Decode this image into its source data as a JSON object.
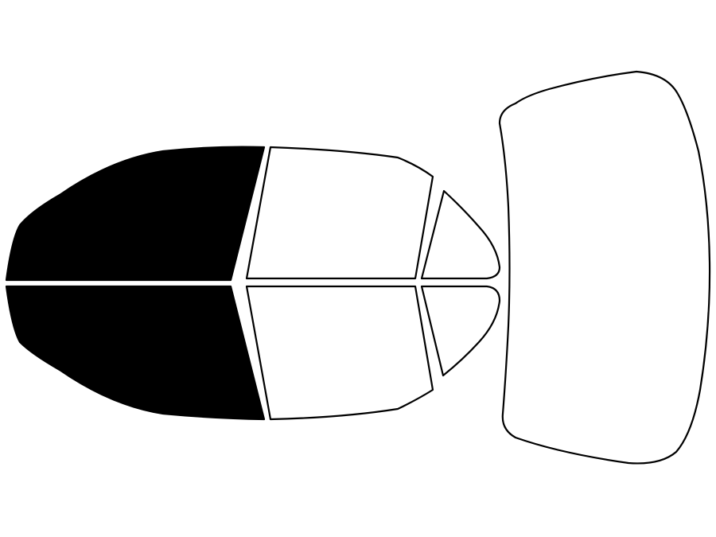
{
  "colors": {
    "background": "#ffffff",
    "outline": "#000000",
    "tinted_fill": "#000000",
    "untinted_fill": "#ffffff"
  },
  "panes": [
    {
      "id": "front-side-window-top",
      "tinted": true
    },
    {
      "id": "front-side-window-bottom",
      "tinted": true
    },
    {
      "id": "rear-side-window-top",
      "tinted": false
    },
    {
      "id": "rear-side-window-bottom",
      "tinted": false
    },
    {
      "id": "rear-quarter-window-top",
      "tinted": false
    },
    {
      "id": "rear-quarter-window-bottom",
      "tinted": false
    },
    {
      "id": "rear-windshield",
      "tinted": false
    }
  ]
}
